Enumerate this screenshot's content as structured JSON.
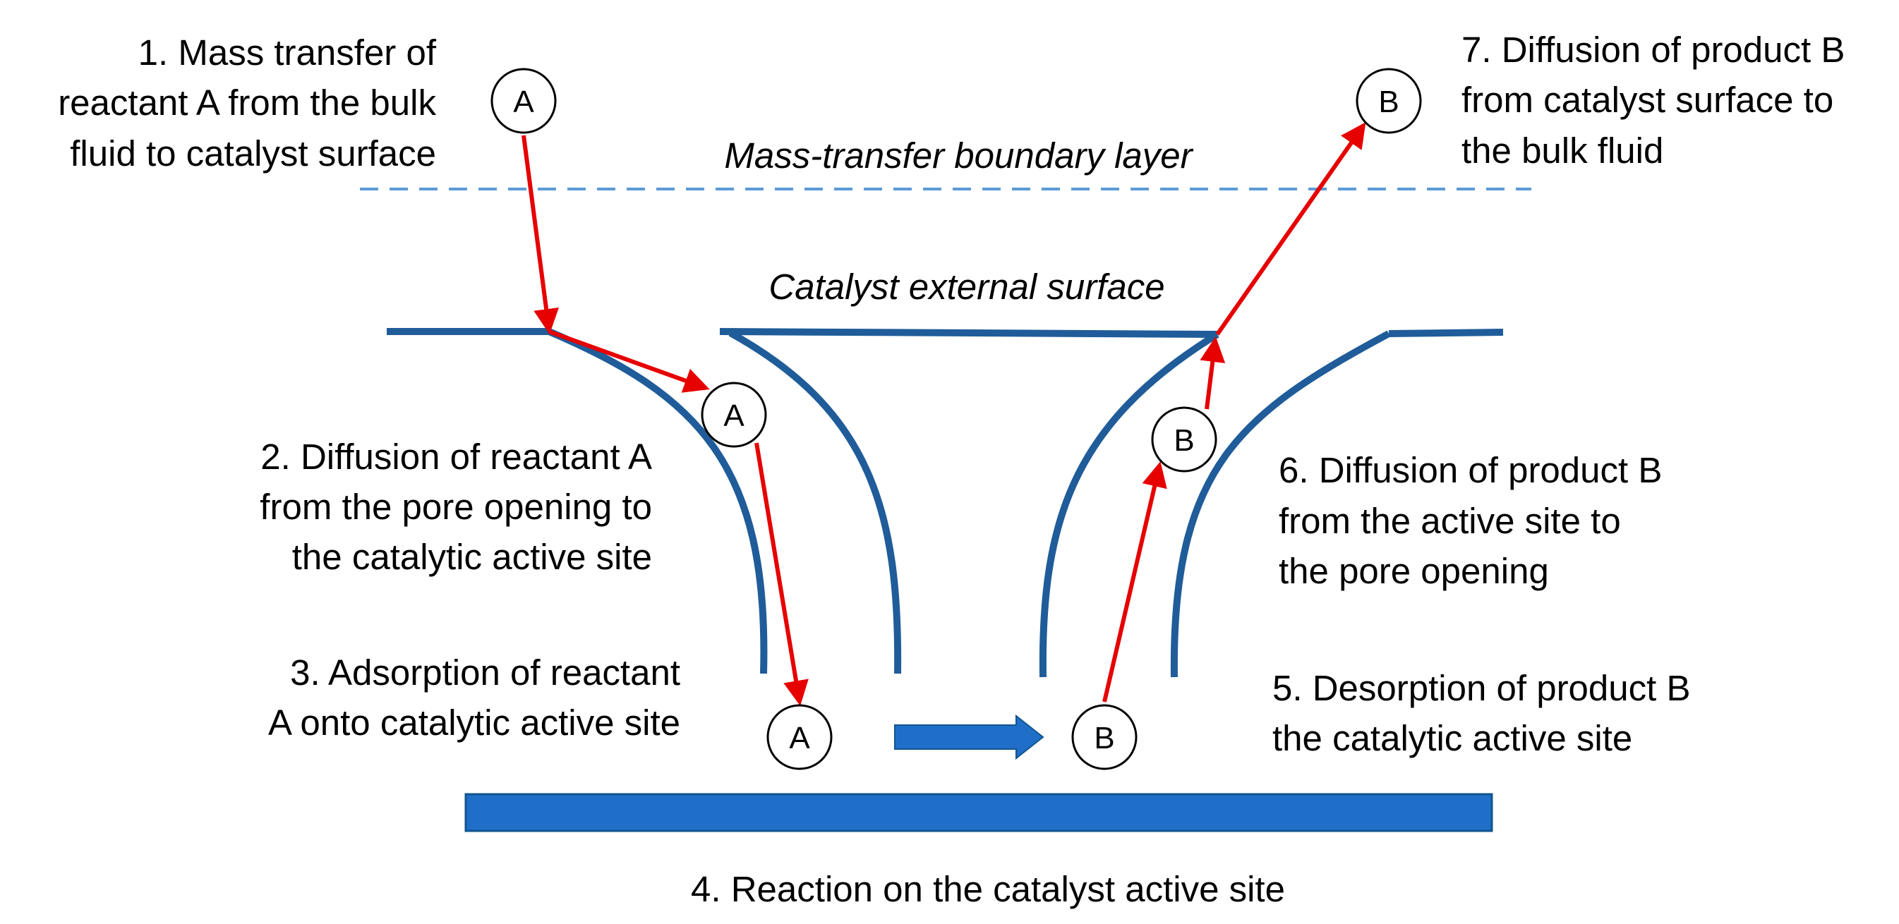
{
  "colors": {
    "pore_wall": "#1F5C99",
    "base_bar": "#1F6FC9",
    "base_bar_edge": "#12558F",
    "reaction_arrow": "#1F6FC9",
    "path_arrow": "#E60000",
    "boundary_line": "#5B9BD5",
    "molecule_stroke": "#000000",
    "molecule_fill": "#FFFFFF",
    "text": "#000000"
  },
  "steps": {
    "step1": [
      "1. Mass transfer of",
      "reactant A from the bulk",
      "fluid to catalyst surface"
    ],
    "step2": [
      "2. Diffusion of reactant A",
      "from the pore opening to",
      "the catalytic active site"
    ],
    "step3": [
      "3. Adsorption of reactant",
      "A onto catalytic active site"
    ],
    "step4": [
      "4. Reaction on the catalyst active site"
    ],
    "step5": [
      "5. Desorption of product B",
      "the catalytic active site"
    ],
    "step6": [
      "6. Diffusion of product B",
      "from the active site to",
      "the pore opening"
    ],
    "step7": [
      "7. Diffusion of product B",
      "from catalyst surface to",
      "the bulk fluid"
    ]
  },
  "region_labels": {
    "boundary_layer": "Mass-transfer boundary layer",
    "external_surface": "Catalyst external surface"
  },
  "molecules": {
    "a_bulk": "A",
    "a_pore": "A",
    "a_site": "A",
    "b_site": "B",
    "b_pore": "B",
    "b_bulk": "B"
  },
  "icons": {
    "reaction_arrow": "right-block-arrow",
    "path_arrows": "red-arrow"
  }
}
